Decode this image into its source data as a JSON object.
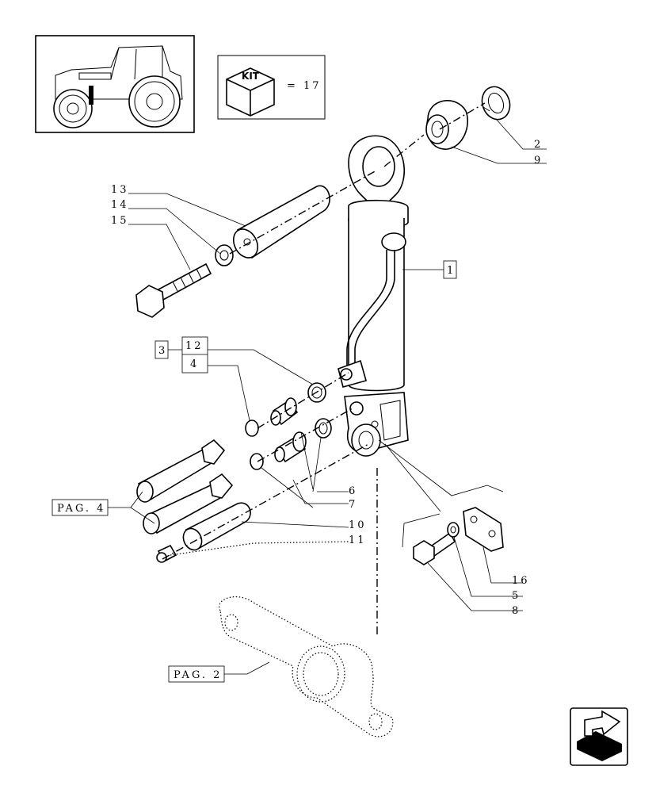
{
  "kit": {
    "badge_text": "KIT",
    "equals_text": "= 17"
  },
  "callouts": {
    "c1": "1",
    "c2": "2",
    "c9": "9",
    "c13": "13",
    "c14": "14",
    "c15": "15",
    "c3": "3",
    "c12": "12",
    "c4": "4",
    "c6": "6",
    "c7": "7",
    "c10": "10",
    "c11": "11",
    "c16": "16",
    "c5": "5",
    "c8": "8"
  },
  "page_refs": {
    "pag4": "PAG. 4",
    "pag2": "PAG. 2"
  },
  "icons": {
    "tractor": "tractor-thumbnail-icon",
    "kit": "kit-cube-icon",
    "nav": "return-arrow-icon"
  }
}
